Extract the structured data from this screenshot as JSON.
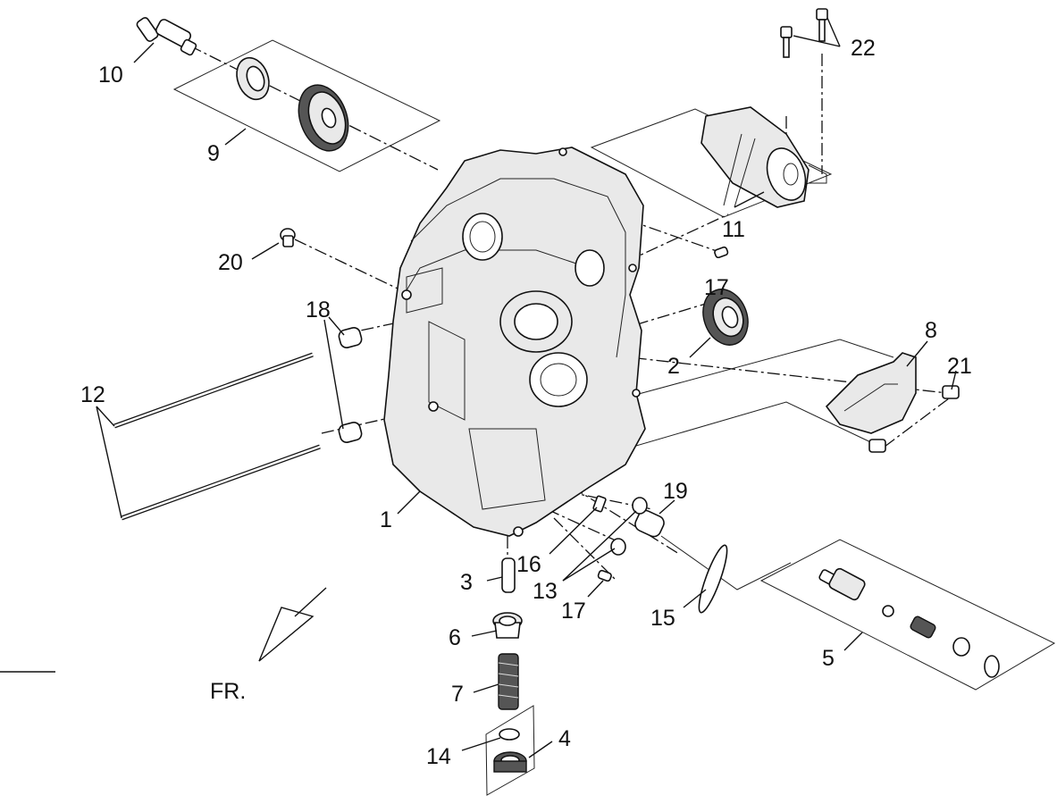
{
  "diagram": {
    "callouts": [
      {
        "id": "c1",
        "text": "1"
      },
      {
        "id": "c2",
        "text": "2"
      },
      {
        "id": "c3",
        "text": "3"
      },
      {
        "id": "c4",
        "text": "4"
      },
      {
        "id": "c5",
        "text": "5"
      },
      {
        "id": "c6",
        "text": "6"
      },
      {
        "id": "c7",
        "text": "7"
      },
      {
        "id": "c8",
        "text": "8"
      },
      {
        "id": "c9",
        "text": "9"
      },
      {
        "id": "c10",
        "text": "10"
      },
      {
        "id": "c11",
        "text": "11"
      },
      {
        "id": "c12",
        "text": "12"
      },
      {
        "id": "c13",
        "text": "13"
      },
      {
        "id": "c14",
        "text": "14"
      },
      {
        "id": "c15",
        "text": "15"
      },
      {
        "id": "c16",
        "text": "16"
      },
      {
        "id": "c17a",
        "text": "17"
      },
      {
        "id": "c17b",
        "text": "17"
      },
      {
        "id": "c18",
        "text": "18"
      },
      {
        "id": "c19",
        "text": "19"
      },
      {
        "id": "c20",
        "text": "20"
      },
      {
        "id": "c21",
        "text": "21"
      },
      {
        "id": "c22",
        "text": "22"
      }
    ],
    "front_label": "FR."
  }
}
